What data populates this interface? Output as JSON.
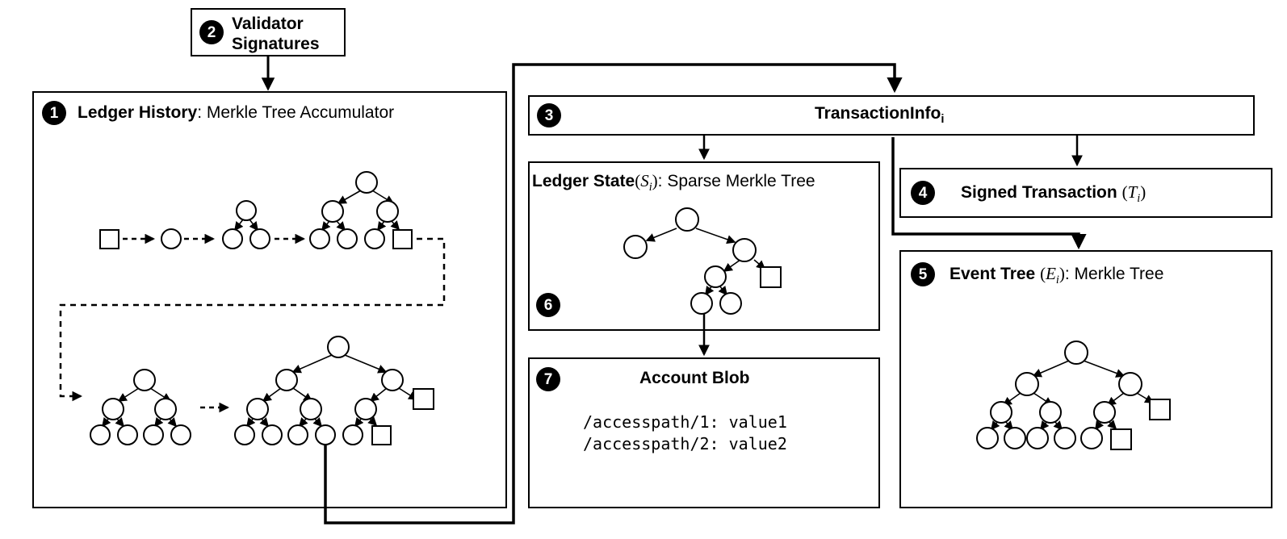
{
  "diagram": {
    "title": "Libra / Diem ledger data structure diagram",
    "background_color": "#ffffff",
    "stroke_color": "#000000"
  },
  "panels": {
    "validator_signatures": {
      "badge": "2",
      "label_line1": "Validator",
      "label_line2": "Signatures"
    },
    "ledger_history": {
      "badge": "1",
      "title_bold": "Ledger History",
      "title_rest": ": Merkle Tree Accumulator"
    },
    "transaction_info": {
      "badge": "3",
      "title_bold": "TransactionInfo",
      "title_sub": "i"
    },
    "ledger_state": {
      "badge": "6",
      "title_bold": "Ledger State",
      "title_math_open": "(",
      "title_math_var": "S",
      "title_math_sub": "i",
      "title_math_close": ")",
      "title_rest": ": Sparse Merkle Tree"
    },
    "signed_transaction": {
      "badge": "4",
      "title_bold": "Signed Transaction",
      "title_math_open": "(",
      "title_math_var": "T",
      "title_math_sub": "i",
      "title_math_close": ")"
    },
    "event_tree": {
      "badge": "5",
      "title_bold": "Event Tree",
      "title_math_open": "(",
      "title_math_var": "E",
      "title_math_sub": "i",
      "title_math_close": ")",
      "title_rest": ": Merkle Tree"
    },
    "account_blob": {
      "badge": "7",
      "title_bold": "Account Blob",
      "line1": "/accesspath/1: value1",
      "line2": "/accesspath/2: value2"
    }
  },
  "chart_data": {
    "type": "diagram",
    "node_shapes": [
      "circle",
      "square"
    ],
    "edge_styles": [
      "solid-arrow",
      "dashed-arrow",
      "solid-connector"
    ],
    "groups": [
      {
        "name": "ledger-history-accumulator-row",
        "description": "Growing Merkle tree accumulator snapshots connected by dashed arrows"
      },
      {
        "name": "ledger-history-accumulator-row2",
        "description": "Continued accumulator growth, final leaf links out to TransactionInfo"
      },
      {
        "name": "ledger-state-sparse-merkle-tree",
        "description": "Sparse Merkle tree with circle internal nodes and a square placeholder"
      },
      {
        "name": "event-tree-merkle-tree",
        "description": "Merkle tree with 5 circle leaves and 2 square placeholders"
      }
    ]
  }
}
